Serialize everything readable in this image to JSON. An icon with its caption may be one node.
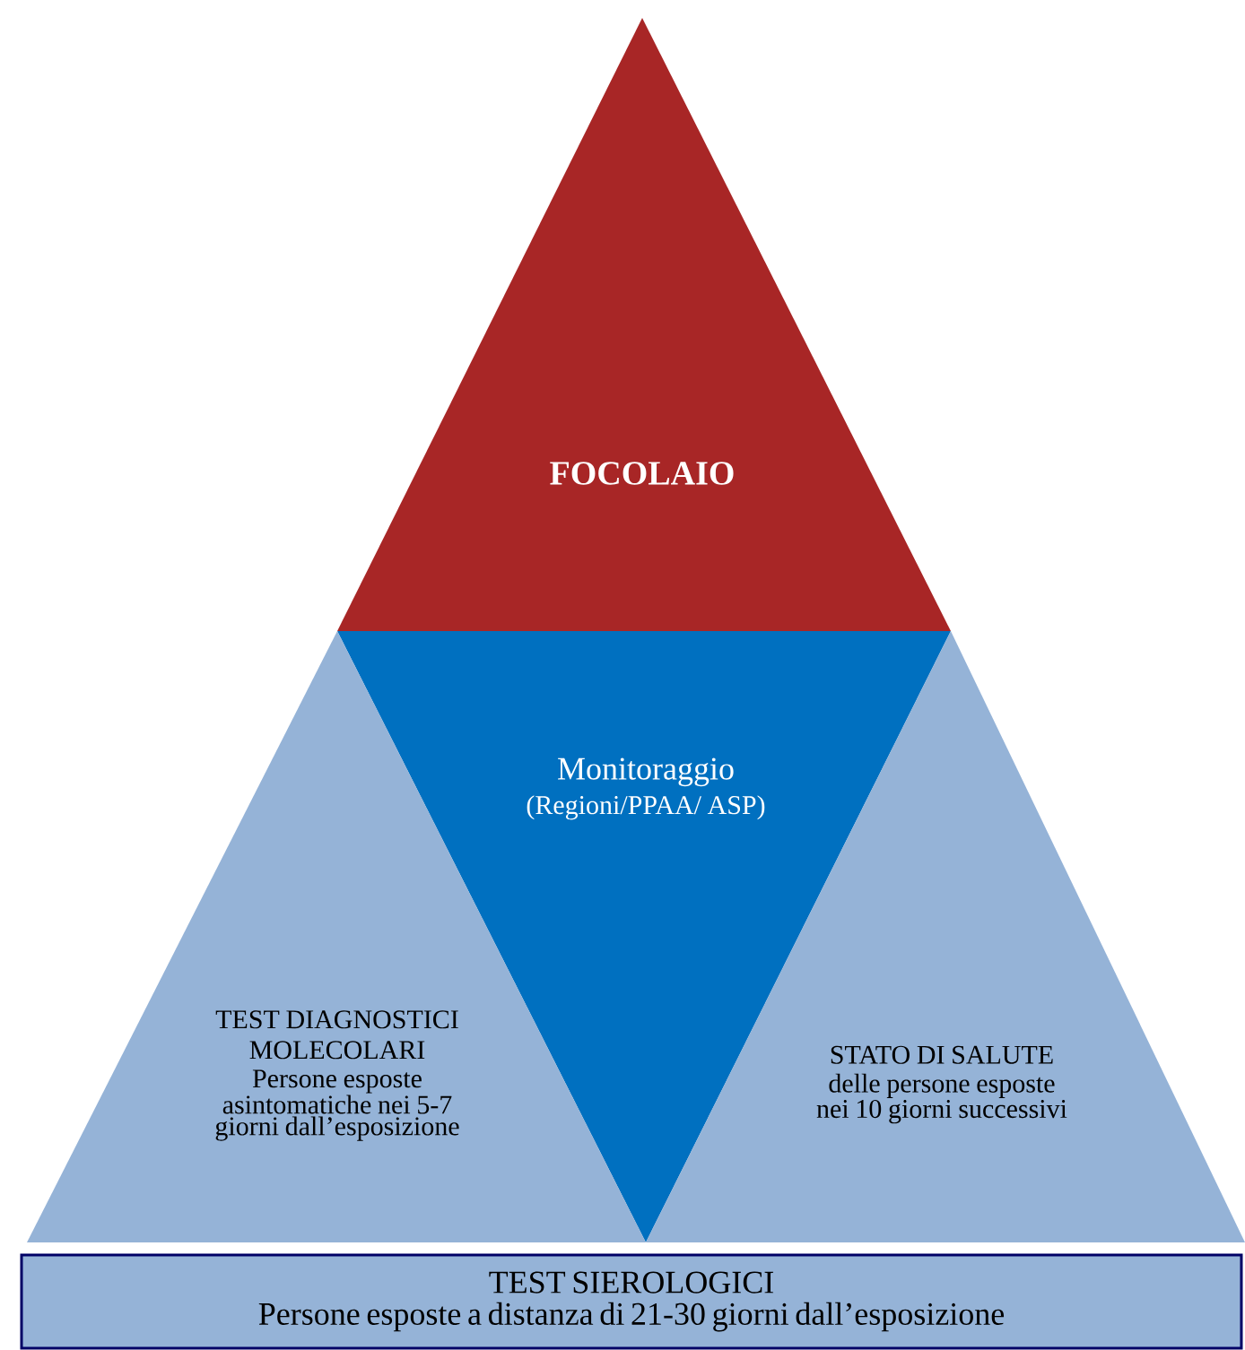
{
  "diagram": {
    "nodes": [
      {
        "text": [
          "FOCOLAIO"
        ]
      },
      {
        "text": [
          "Monitoraggio",
          "(Regioni/PPAA/ ASP)"
        ]
      },
      {
        "text": [
          "TEST DIAGNOSTICI MOLECOLARI",
          "Persone esposte asintomatiche nei 5-7 giorni dall’esposizione"
        ]
      },
      {
        "text": [
          "STATO DI SALUTE",
          "delle persone esposte nei 10 giorni successivi"
        ]
      },
      {
        "text": [
          "TEST SIEROLOGICI",
          "Persone esposte a distanza di 21-30 giorni dall’esposizione"
        ]
      }
    ]
  }
}
